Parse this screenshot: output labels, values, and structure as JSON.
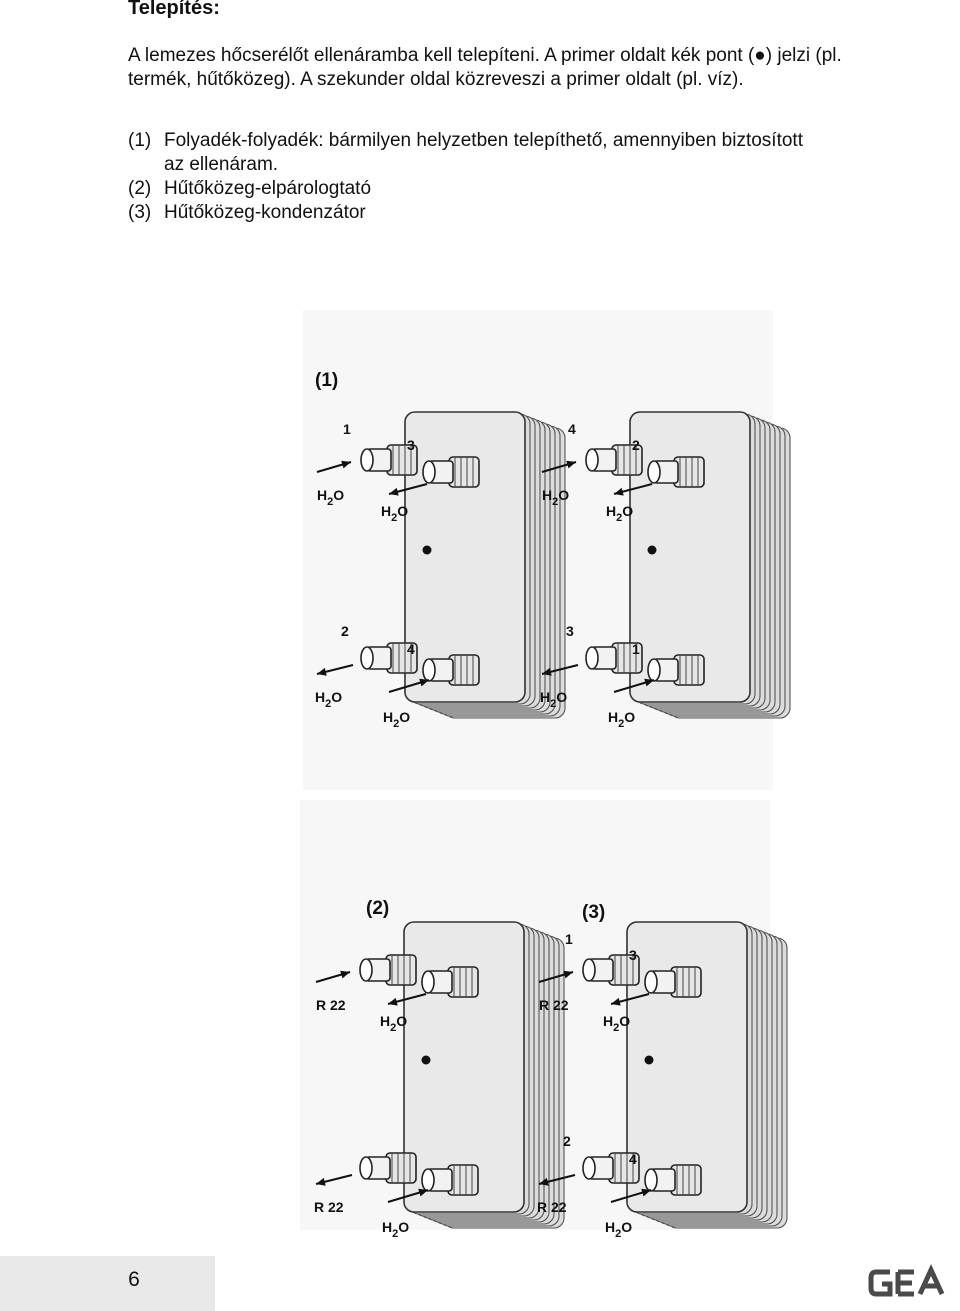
{
  "heading": "Telepítés:",
  "intro": [
    "A lemezes hőcserélőt ellenáramba kell telepíteni. A primer oldalt kék pont (●) jelzi (pl.",
    "termék, hűtőközeg). A szekunder oldal közreveszi a primer oldalt (pl. víz)."
  ],
  "list": [
    {
      "num": "(1)",
      "lines": [
        "Folyadék-folyadék: bármilyen helyzetben telepíthető, amennyiben biztosított",
        "az ellenáram."
      ]
    },
    {
      "num": "(2)",
      "lines": [
        "Hűtőközeg-elpárologtató"
      ]
    },
    {
      "num": "(3)",
      "lines": [
        "Hűtőközeg-kondenzátor"
      ]
    }
  ],
  "figure_top": {
    "caption": "(1)",
    "left_unit": {
      "port_tl": "1",
      "port_tr": "3",
      "port_bl": "2",
      "port_br": "4",
      "media_tl": "H2O",
      "media_tr": "H2O",
      "media_bl": "H2O",
      "media_br": "H2O"
    },
    "right_unit": {
      "port_tl": "4",
      "port_tr": "2",
      "port_bl": "3",
      "port_br": "1",
      "media_tl": "H2O",
      "media_tr": "H2O",
      "media_bl": "H2O",
      "media_br": "H2O"
    }
  },
  "figure_bottom": {
    "left_caption": "(2)",
    "right_caption": "(3)",
    "left_unit": {
      "media_tl": "R 22",
      "media_tr": "H2O",
      "media_bl": "R 22",
      "media_br": "H2O"
    },
    "right_unit": {
      "port_tl": "1",
      "port_tr": "3",
      "port_bl": "2",
      "port_br": "4",
      "media_tl": "R 22",
      "media_tr": "H2O",
      "media_bl": "R 22",
      "media_br": "H2O"
    }
  },
  "footer": {
    "page_number": "6",
    "logo_text": "GEA"
  }
}
